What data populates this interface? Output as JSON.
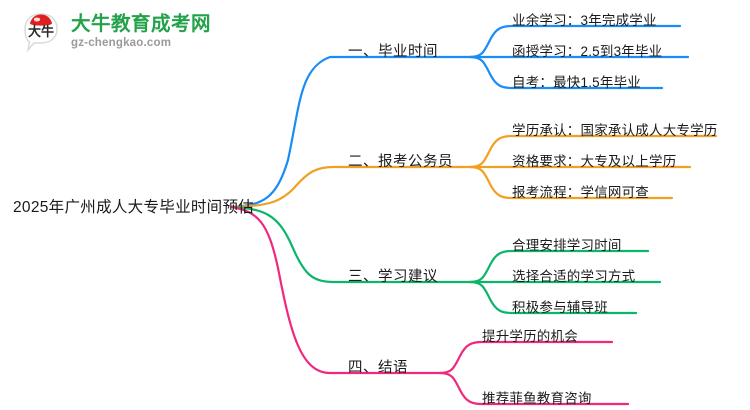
{
  "logo": {
    "mark_icon": "speech-bubble-logo-icon",
    "mark_text": "大牛",
    "title": "大牛教育成考网",
    "subtitle": "gz-chengkao.com",
    "title_color": "#22a24a",
    "subtitle_color": "#9a9a9a"
  },
  "mindmap": {
    "root": {
      "label": "2025年广州成人大专毕业时间预估"
    },
    "branches": [
      {
        "label": "一、毕业时间",
        "color": "#1a8cf5",
        "children": [
          {
            "label": "业余学习：3年完成学业"
          },
          {
            "label": "函授学习：2.5到3年毕业"
          },
          {
            "label": "自考：最快1.5年毕业"
          }
        ]
      },
      {
        "label": "二、报考公务员",
        "color": "#f0a124",
        "children": [
          {
            "label": "学历承认：国家承认成人大专学历"
          },
          {
            "label": "资格要求：大专及以上学历"
          },
          {
            "label": "报考流程：学信网可查"
          }
        ]
      },
      {
        "label": "三、学习建议",
        "color": "#0bb56a",
        "children": [
          {
            "label": "合理安排学习时间"
          },
          {
            "label": "选择合适的学习方式"
          },
          {
            "label": "积极参与辅导班"
          }
        ]
      },
      {
        "label": "四、结语",
        "color": "#f0297f",
        "children": [
          {
            "label": "提升学历的机会"
          },
          {
            "label": "推荐菲鱼教育咨询"
          }
        ]
      }
    ]
  }
}
